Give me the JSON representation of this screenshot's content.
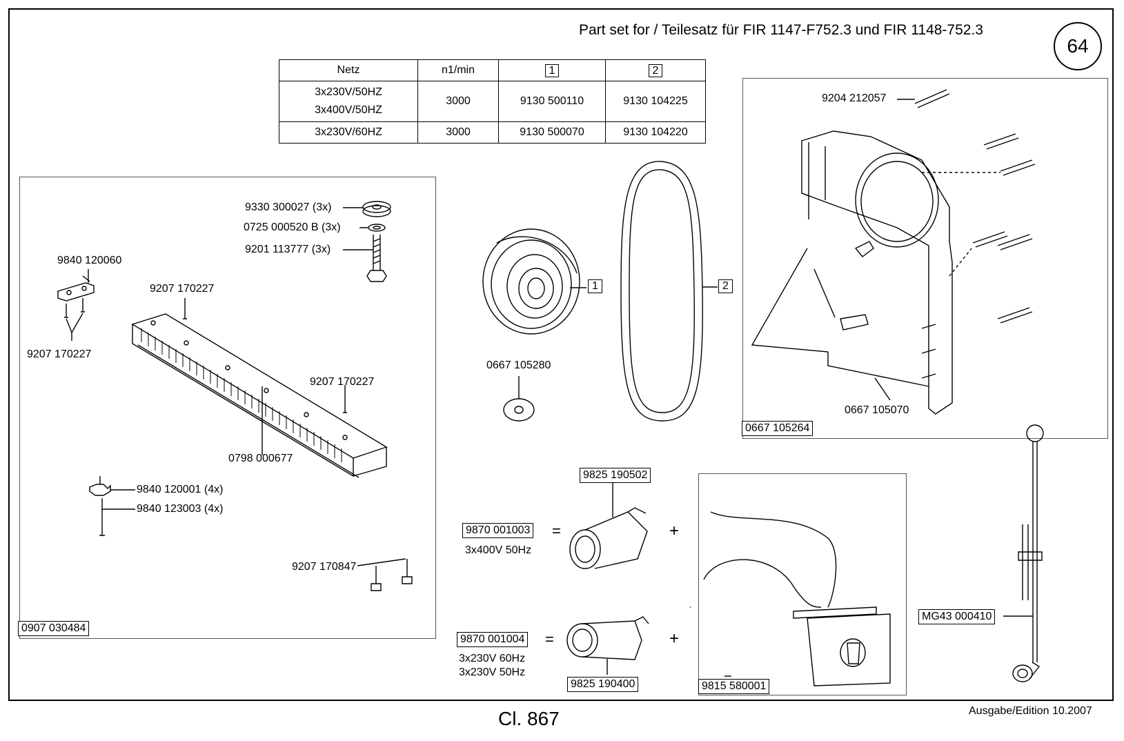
{
  "header": {
    "title": "Part set for / Teilesatz für FIR 1147-F752.3 und FIR 1148-752.3",
    "page_number": "64"
  },
  "spec_table": {
    "headers": [
      "Netz",
      "n1/min",
      "1",
      "2"
    ],
    "rows": [
      {
        "netz": [
          "3x230V/50HZ",
          "3x400V/50HZ"
        ],
        "rpm": "3000",
        "col1": "9130 500110",
        "col2": "9130 104225"
      },
      {
        "netz": [
          "3x230V/60HZ"
        ],
        "rpm": "3000",
        "col1": "9130 500070",
        "col2": "9130 104220"
      }
    ]
  },
  "parts": {
    "washer": "9330 300027 (3x)",
    "spring_washer": "0725 000520 B (3x)",
    "bolt": "9201 113777 (3x)",
    "bracket_top": "9840 120060",
    "screw_a": "9207 170227",
    "screw_b": "9207 170227",
    "screw_c": "9207 170227",
    "rail": "0798 000677",
    "clip": "9840 120001 (4x)",
    "clip_screw": "9840 123003 (4x)",
    "screw_d": "9207 170847",
    "set_left": "0907 030484",
    "pulley_callout": "1",
    "belt_callout": "2",
    "pulley_washer": "0667 105280",
    "guard_screw": "9204 212057",
    "guard": "0667 105070",
    "set_guard": "0667 105264",
    "plug_top_body": "9825 190502",
    "plug_top_set": "9870 001003",
    "plug_top_spec": "3x400V  50Hz",
    "plug_bottom_set": "9870 001004",
    "plug_bottom_spec1": "3x230V  60Hz",
    "plug_bottom_spec2": "3x230V  50Hz",
    "plug_bottom_body": "9825 190400",
    "switch_set": "9815 580001",
    "lever": "MG43 000410",
    "equals": "=",
    "plus": "+"
  },
  "footer": {
    "class_code": "Cl. 867",
    "edition": "Ausgabe/Edition   10.2007"
  }
}
